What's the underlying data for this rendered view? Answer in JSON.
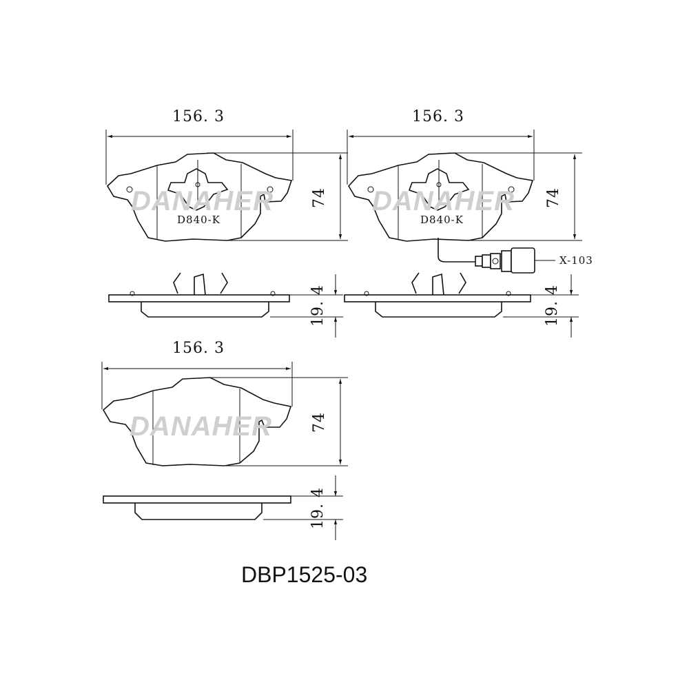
{
  "part_number": "DBP1525-03",
  "brand_watermark": "DANAHER",
  "pad_marking": "D840-K",
  "sensor_label": "X-103",
  "dimensions": {
    "width": "156. 3",
    "height": "74",
    "thickness": "19. 4"
  }
}
